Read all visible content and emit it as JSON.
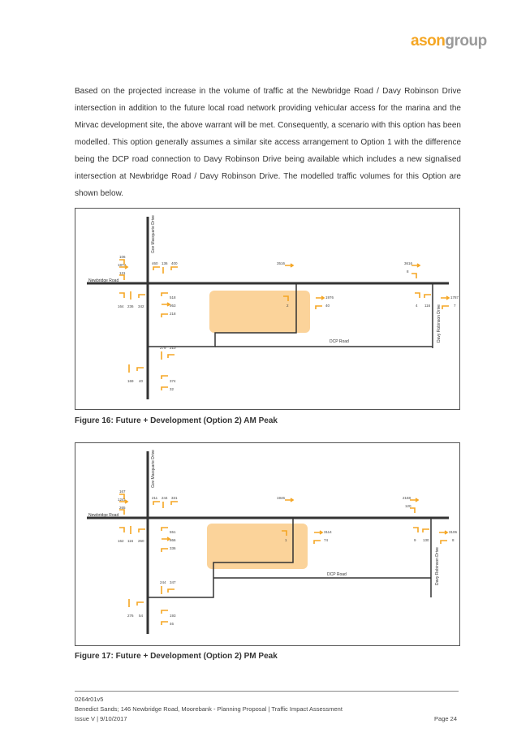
{
  "logo": {
    "part1": "ason",
    "part2": "group"
  },
  "paragraph": "Based on the projected increase in the volume of traffic at the Newbridge Road / Davy Robinson Drive intersection in addition to the future local road network providing vehicular access for the marina and the Mirvac development site, the above warrant will be met.  Consequently, a scenario with this option has been modelled. This option generally assumes a similar site access arrangement to Option 1 with the difference being the DCP road connection to Davy Robinson Drive being available which includes a new signalised intersection at Newbridge Road / Davy Robinson Drive.  The modelled traffic volumes for this Option are shown below.",
  "roads": {
    "newbridge": "Newbridge Road",
    "moorebank": "Gov Macquarie Drive",
    "dcp": "DCP Road",
    "davy": "Davy Robinson Drive"
  },
  "figure16": {
    "caption": "Figure 16: Future + Development (Option 2) AM Peak",
    "v": {
      "w_l1": "106",
      "w_l2": "1873",
      "w_l3": "131",
      "n_1": "460",
      "n_2": "136",
      "n_3": "400",
      "mid_top": "3516",
      "e_top1": "3616",
      "e_top2": "8",
      "sw_1": "164",
      "sw_2": "236",
      "sw_3": "342",
      "se_1": "518",
      "se_2": "953",
      "se_3": "218",
      "site_1": "2",
      "r_1": "1976",
      "r_2": "40",
      "e_b1": "4",
      "e_b2": "116",
      "e_r1": "1787",
      "e_r2": "7",
      "s_1": "279",
      "s_2": "210",
      "sb_1": "169",
      "sb_2": "40",
      "sb_3": "374",
      "sb_4": "32"
    }
  },
  "figure17": {
    "caption": "Figure 17: Future + Development (Option 2) PM Peak",
    "v": {
      "w_l1": "167",
      "w_l2": "1241",
      "w_l3": "265",
      "n_1": "211",
      "n_2": "244",
      "n_3": "331",
      "mid_top": "1946",
      "e_top1": "2168",
      "e_top2": "120",
      "sw_1": "162",
      "sw_2": "116",
      "sw_3": "260",
      "se_1": "551",
      "se_2": "866",
      "se_3": "336",
      "site_1": "1",
      "r_1": "3114",
      "r_2": "74",
      "e_b1": "9",
      "e_b2": "130",
      "e_r1": "3106",
      "e_r2": "8",
      "s_1": "244",
      "s_2": "347",
      "sb_1": "276",
      "sb_2": "54",
      "sb_3": "193",
      "sb_4": "46"
    }
  },
  "footer": {
    "ref": "0264r01v5",
    "project": "Benedict Sands; 146 Newbridge Road, Moorebank - Planning Proposal | Traffic Impact Assessment",
    "issue": "Issue V | 9/10/2017",
    "page": "Page 24"
  }
}
